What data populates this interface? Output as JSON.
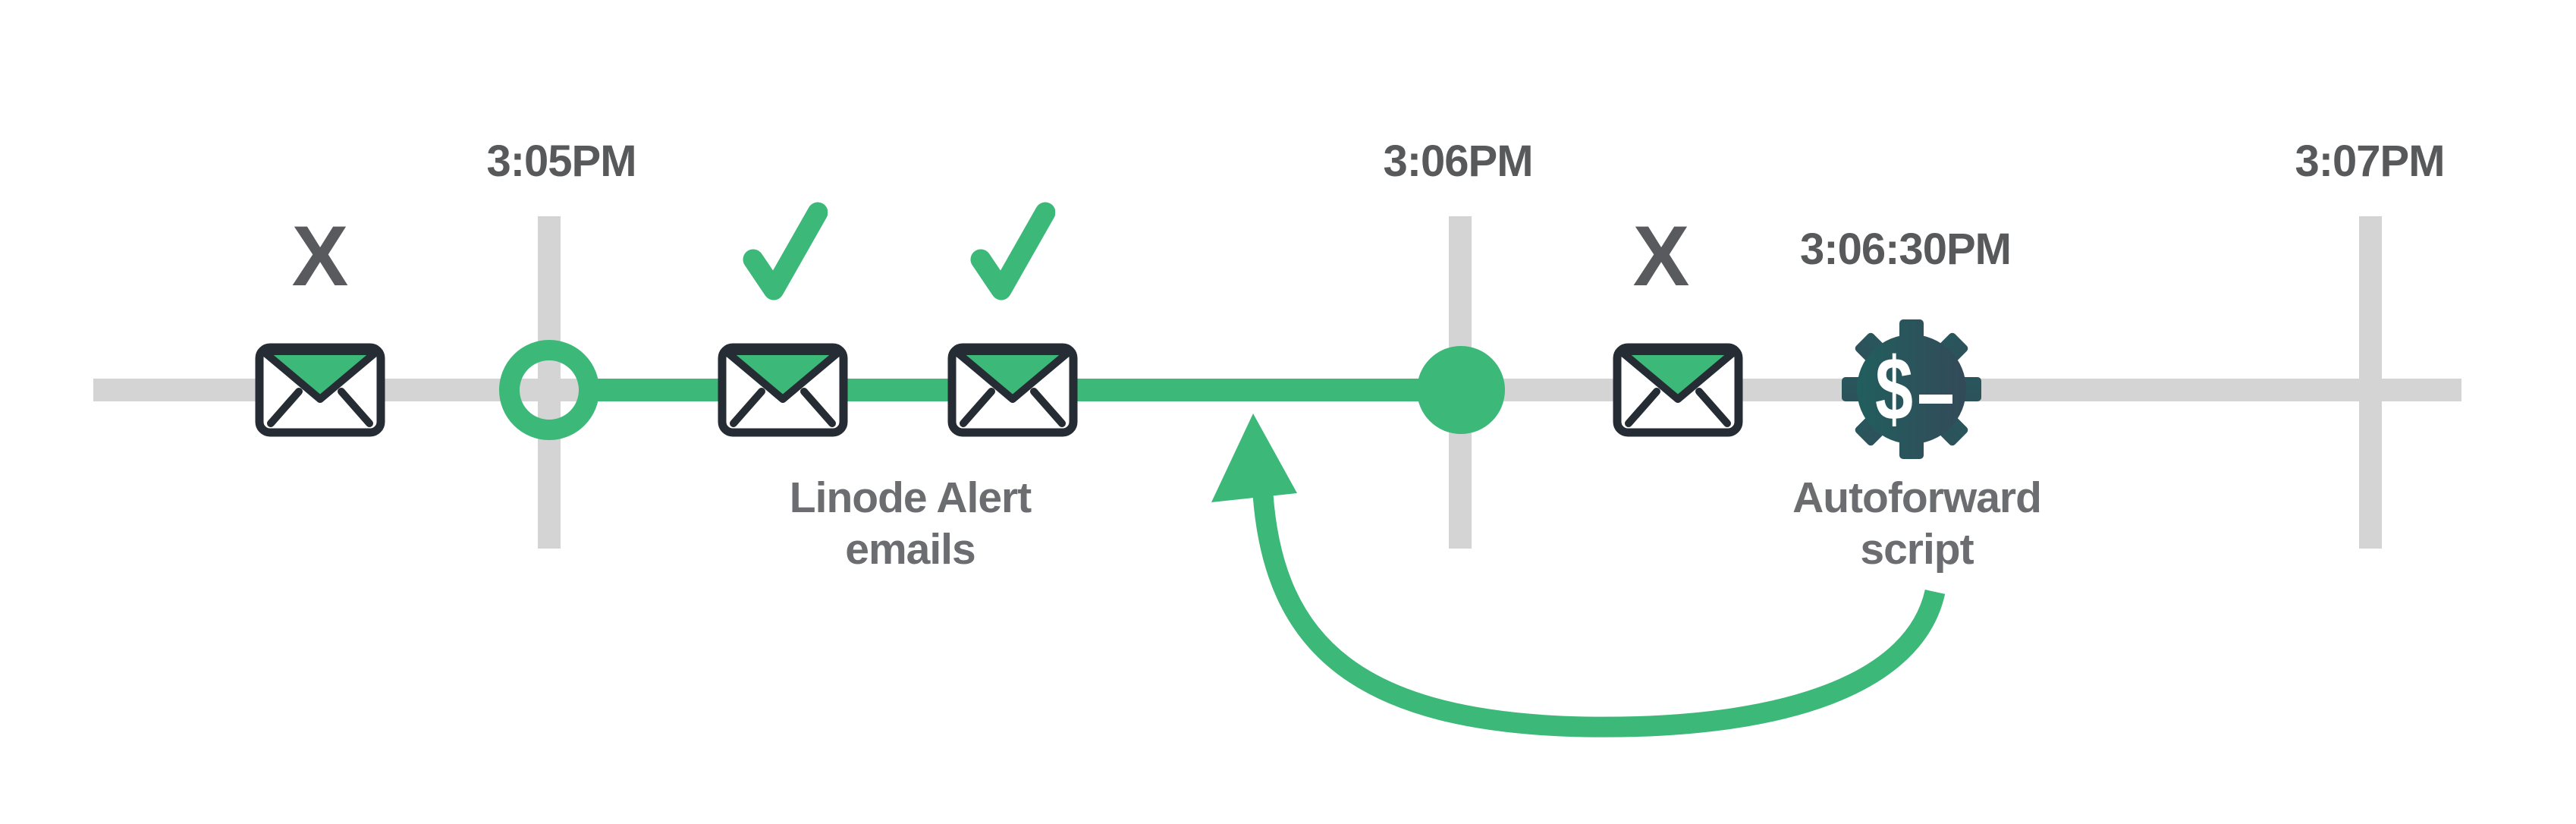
{
  "page": {
    "background": "#ffffff",
    "description": "Timeline diagram showing Linode Alert emails captured between 3:05PM and 3:06PM and an autoforward script running at 3:06:30PM"
  },
  "timeline": {
    "tick_labels": [
      "3:05PM",
      "3:06PM",
      "3:07PM"
    ]
  },
  "events": {
    "missed_email_before": {
      "status_symbol": "X"
    },
    "missed_email_after": {
      "status_symbol": "X"
    }
  },
  "captions": {
    "linode_alert_line1": "Linode Alert",
    "linode_alert_line2": "emails",
    "autoforward_time": "3:06:30PM",
    "autoforward_line1": "Autoforward",
    "autoforward_line2": "script"
  },
  "gear": {
    "prompt_symbol": "$"
  },
  "icons": {
    "envelope": "envelope-icon",
    "checkmark": "checkmark-icon",
    "x_mark": "x-mark",
    "gear_terminal": "gear-terminal-icon",
    "curved_arrow": "curved-arrow-icon",
    "open_node": "timeline-open-node",
    "filled_node": "timeline-filled-node"
  },
  "colors": {
    "green": "#3cb878",
    "track_gray": "#d4d4d4",
    "time_text": "#58595b",
    "x_text": "#595a5e",
    "caption_text": "#6c6d70",
    "envelope_outline": "#262c34",
    "gear_gradient_start": "#1e625f",
    "gear_gradient_end": "#374657"
  }
}
